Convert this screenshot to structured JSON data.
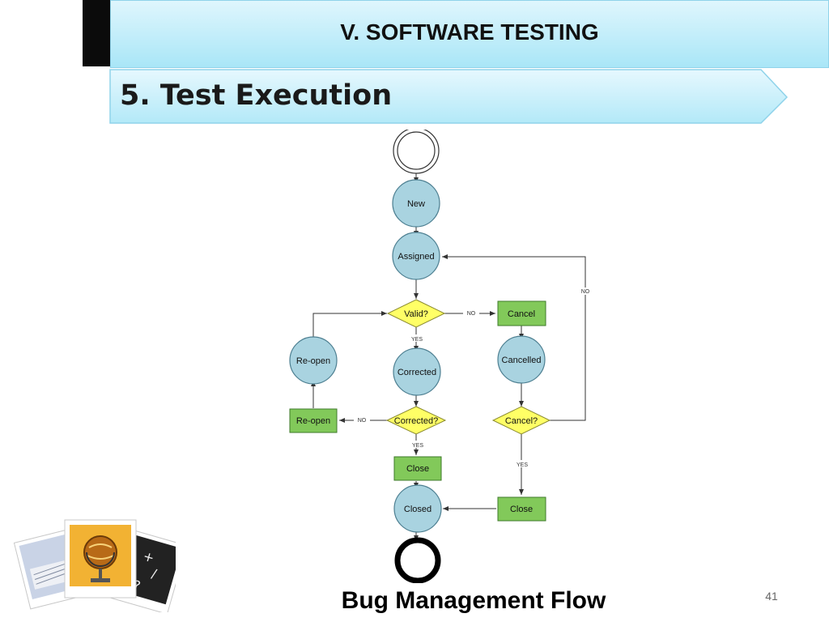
{
  "header": {
    "section_title": "V. SOFTWARE TESTING"
  },
  "slide": {
    "subtitle": "5. Test Execution",
    "caption": "Bug Management Flow",
    "page_number": "41"
  },
  "flowchart": {
    "states": {
      "new": "New",
      "assigned": "Assigned",
      "reopen_state": "Re-open",
      "corrected_state": "Corrected",
      "cancelled_state": "Cancelled",
      "closed_state": "Closed"
    },
    "decisions": {
      "valid": "Valid?",
      "corrected": "Corrected?",
      "cancel": "Cancel?"
    },
    "actions": {
      "cancel": "Cancel",
      "reopen": "Re-open",
      "close_left": "Close",
      "close_right": "Close"
    },
    "edge_labels": {
      "valid_no": "NO",
      "valid_yes": "YES",
      "corrected_no": "NO",
      "corrected_yes": "YES",
      "cancel_yes": "YES",
      "cancel_no": "NO"
    }
  },
  "colors": {
    "state_fill": "#a9d3e0",
    "decision_fill": "#ffff66",
    "action_fill": "#82c95a",
    "header_top": "#dff6fd",
    "header_bottom": "#a9e6f7"
  },
  "icons": [
    "photo-stack-icon"
  ]
}
